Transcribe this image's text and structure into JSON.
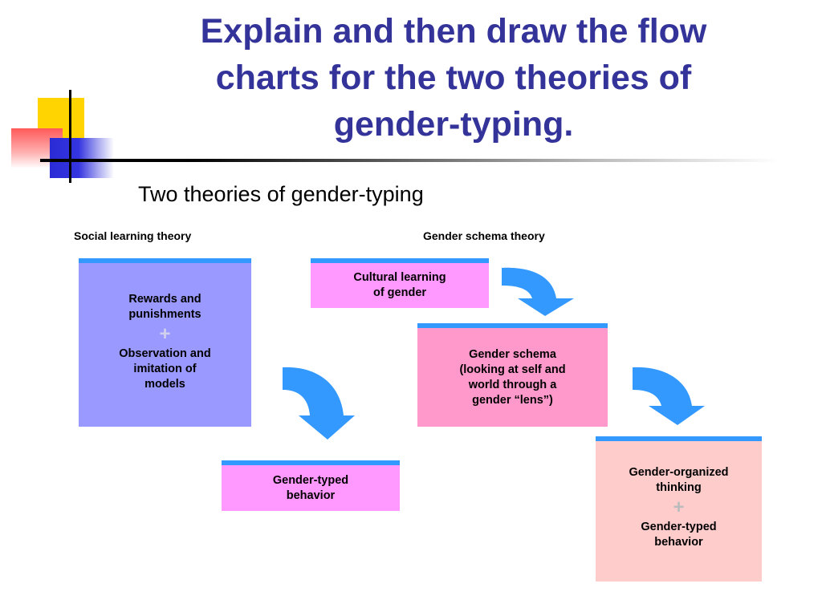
{
  "slide": {
    "title": "Explain and then draw the flow charts for the two theories of gender-typing.",
    "subtitle": "Two theories of gender-typing"
  },
  "columns": {
    "social_learning": {
      "heading": "Social learning theory",
      "input_box": {
        "line1": "Rewards and\npunishments",
        "plus": "+",
        "line2": "Observation and\nimitation of\nmodels"
      },
      "output_box": "Gender-typed\nbehavior"
    },
    "gender_schema": {
      "heading": "Gender schema theory",
      "step1": "Cultural learning\nof gender",
      "step2": "Gender schema\n(looking at self and\nworld through a\ngender “lens”)",
      "step3": {
        "line1": "Gender-organized\nthinking",
        "plus": "+",
        "line2": "Gender-typed\nbehavior"
      }
    }
  },
  "colors": {
    "title": "#333399",
    "box_top_border": "#3399ff",
    "arrow": "#3399ff",
    "box_rewards": "#9999ff",
    "box_pink": "#ff99ff",
    "box_schema": "#ff99cc",
    "box_organized": "#ffcccc"
  },
  "icons": [
    "curved-arrow-icon"
  ]
}
